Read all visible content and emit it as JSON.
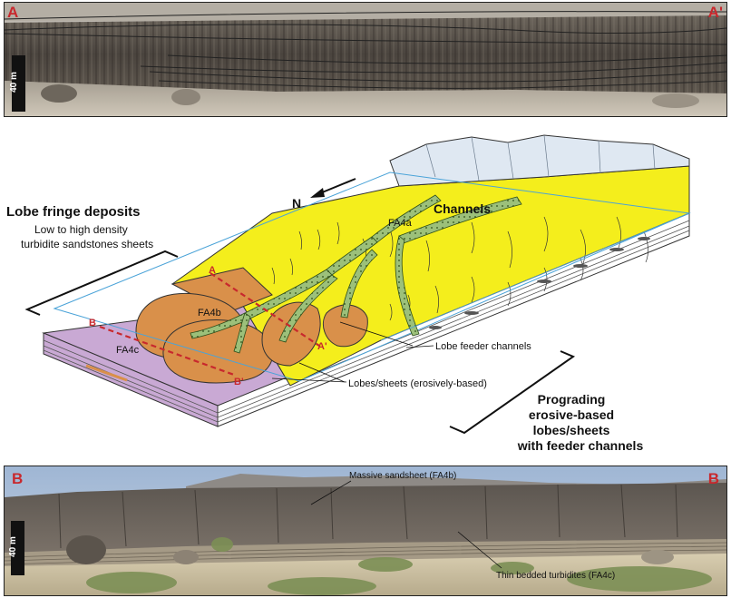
{
  "photo_top": {
    "label_left": "A",
    "label_right": "A'",
    "scale": "40 m"
  },
  "diagram": {
    "north": "N",
    "channels": "Channels",
    "fa4a": "FA4a",
    "fa4b": "FA4b",
    "fa4c": "FA4c",
    "lobe_fringe_title": "Lobe fringe deposits",
    "lobe_fringe_sub1": "Low to high density",
    "lobe_fringe_sub2": "turbidite sandstones sheets",
    "section_a": "A",
    "section_a_prime": "A'",
    "section_b": "B",
    "section_b_prime": "B'",
    "lobe_feeder": "Lobe feeder channels",
    "lobes_sheets": "Lobes/sheets (erosively-based)",
    "prograding_1": "Prograding",
    "prograding_2": "erosive-based",
    "prograding_3": "lobes/sheets",
    "prograding_4": "with feeder channels"
  },
  "photo_bottom": {
    "label_left": "B",
    "label_right": "B",
    "scale": "40 m",
    "annot_massive": "Massive sandsheet (FA4b)",
    "annot_thin": "Thin bedded turbidites (FA4c)"
  },
  "colors": {
    "lobe_brown": "#d9904a",
    "fan_yellow": "#f4ee1c",
    "base_purple": "#c9a9d4",
    "channel_green": "#9cc07a",
    "ice_blue": "#dfe8f2",
    "section_red": "#c8282d"
  }
}
